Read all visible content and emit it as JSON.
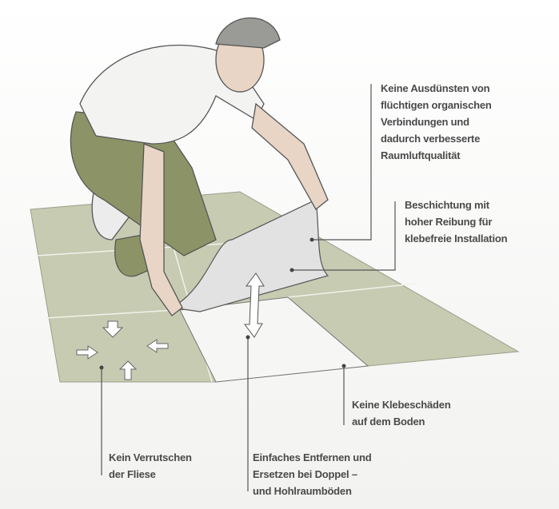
{
  "labels": {
    "voc": [
      "Keine Ausdünsten von",
      "flüchtigen organischen",
      "Verbindungen und",
      "dadurch verbesserte",
      "Raumluftqualität"
    ],
    "coating": [
      "Beschichtung mit",
      "hoher Reibung für",
      "klebefreie Installation"
    ],
    "no_damage": [
      "Keine Klebeschäden",
      "auf dem Boden"
    ],
    "no_slip": [
      "Kein Verrutschen",
      "der Fliese"
    ],
    "removal": [
      "Einfaches Entfernen und",
      "Ersetzen bei Doppel –",
      "und Hohlraumböden"
    ]
  },
  "colors": {
    "floor": "#c6cbb2",
    "text": "#4a4a4a",
    "line": "#555555"
  }
}
